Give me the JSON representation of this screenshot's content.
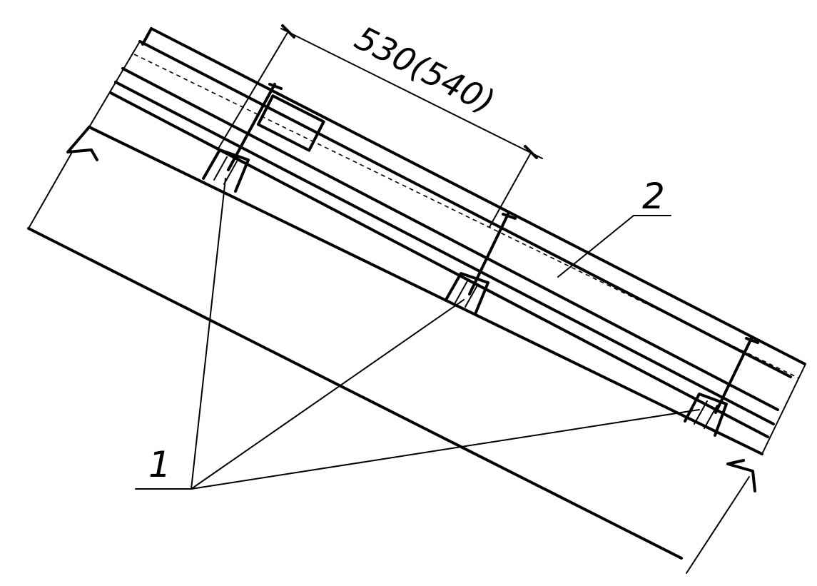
{
  "labels": {
    "dimension": "530(540)",
    "callout_1": "1",
    "callout_2": "2"
  }
}
